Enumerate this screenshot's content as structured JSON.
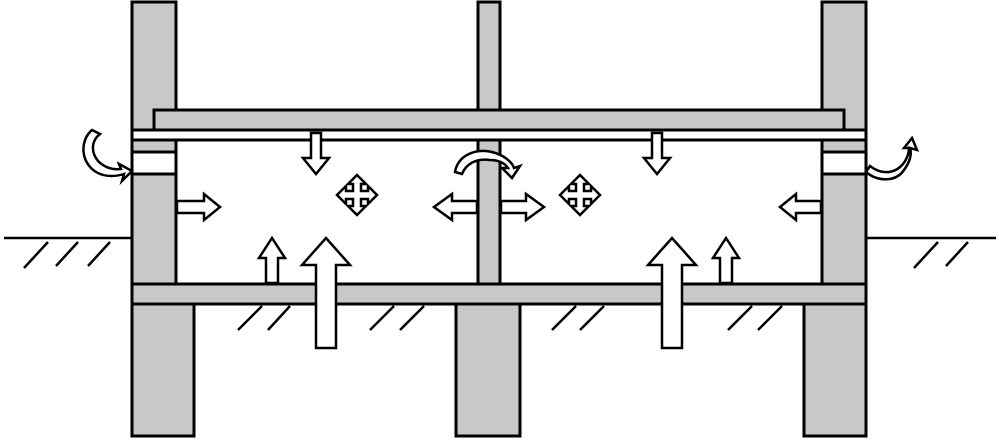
{
  "diagram": {
    "kind": "building-section-airflow",
    "elements": [
      "left-column",
      "center-column",
      "right-column",
      "roof-slab",
      "floor-slab",
      "left-footing",
      "center-footing",
      "right-footing",
      "left-vent-opening",
      "right-vent-opening",
      "ground-line",
      "ground-hatching"
    ],
    "arrow_types": [
      "down-arrow",
      "up-arrow",
      "left-arrow",
      "right-arrow",
      "double-arrow",
      "curl-arrow",
      "four-way-arrow"
    ]
  }
}
